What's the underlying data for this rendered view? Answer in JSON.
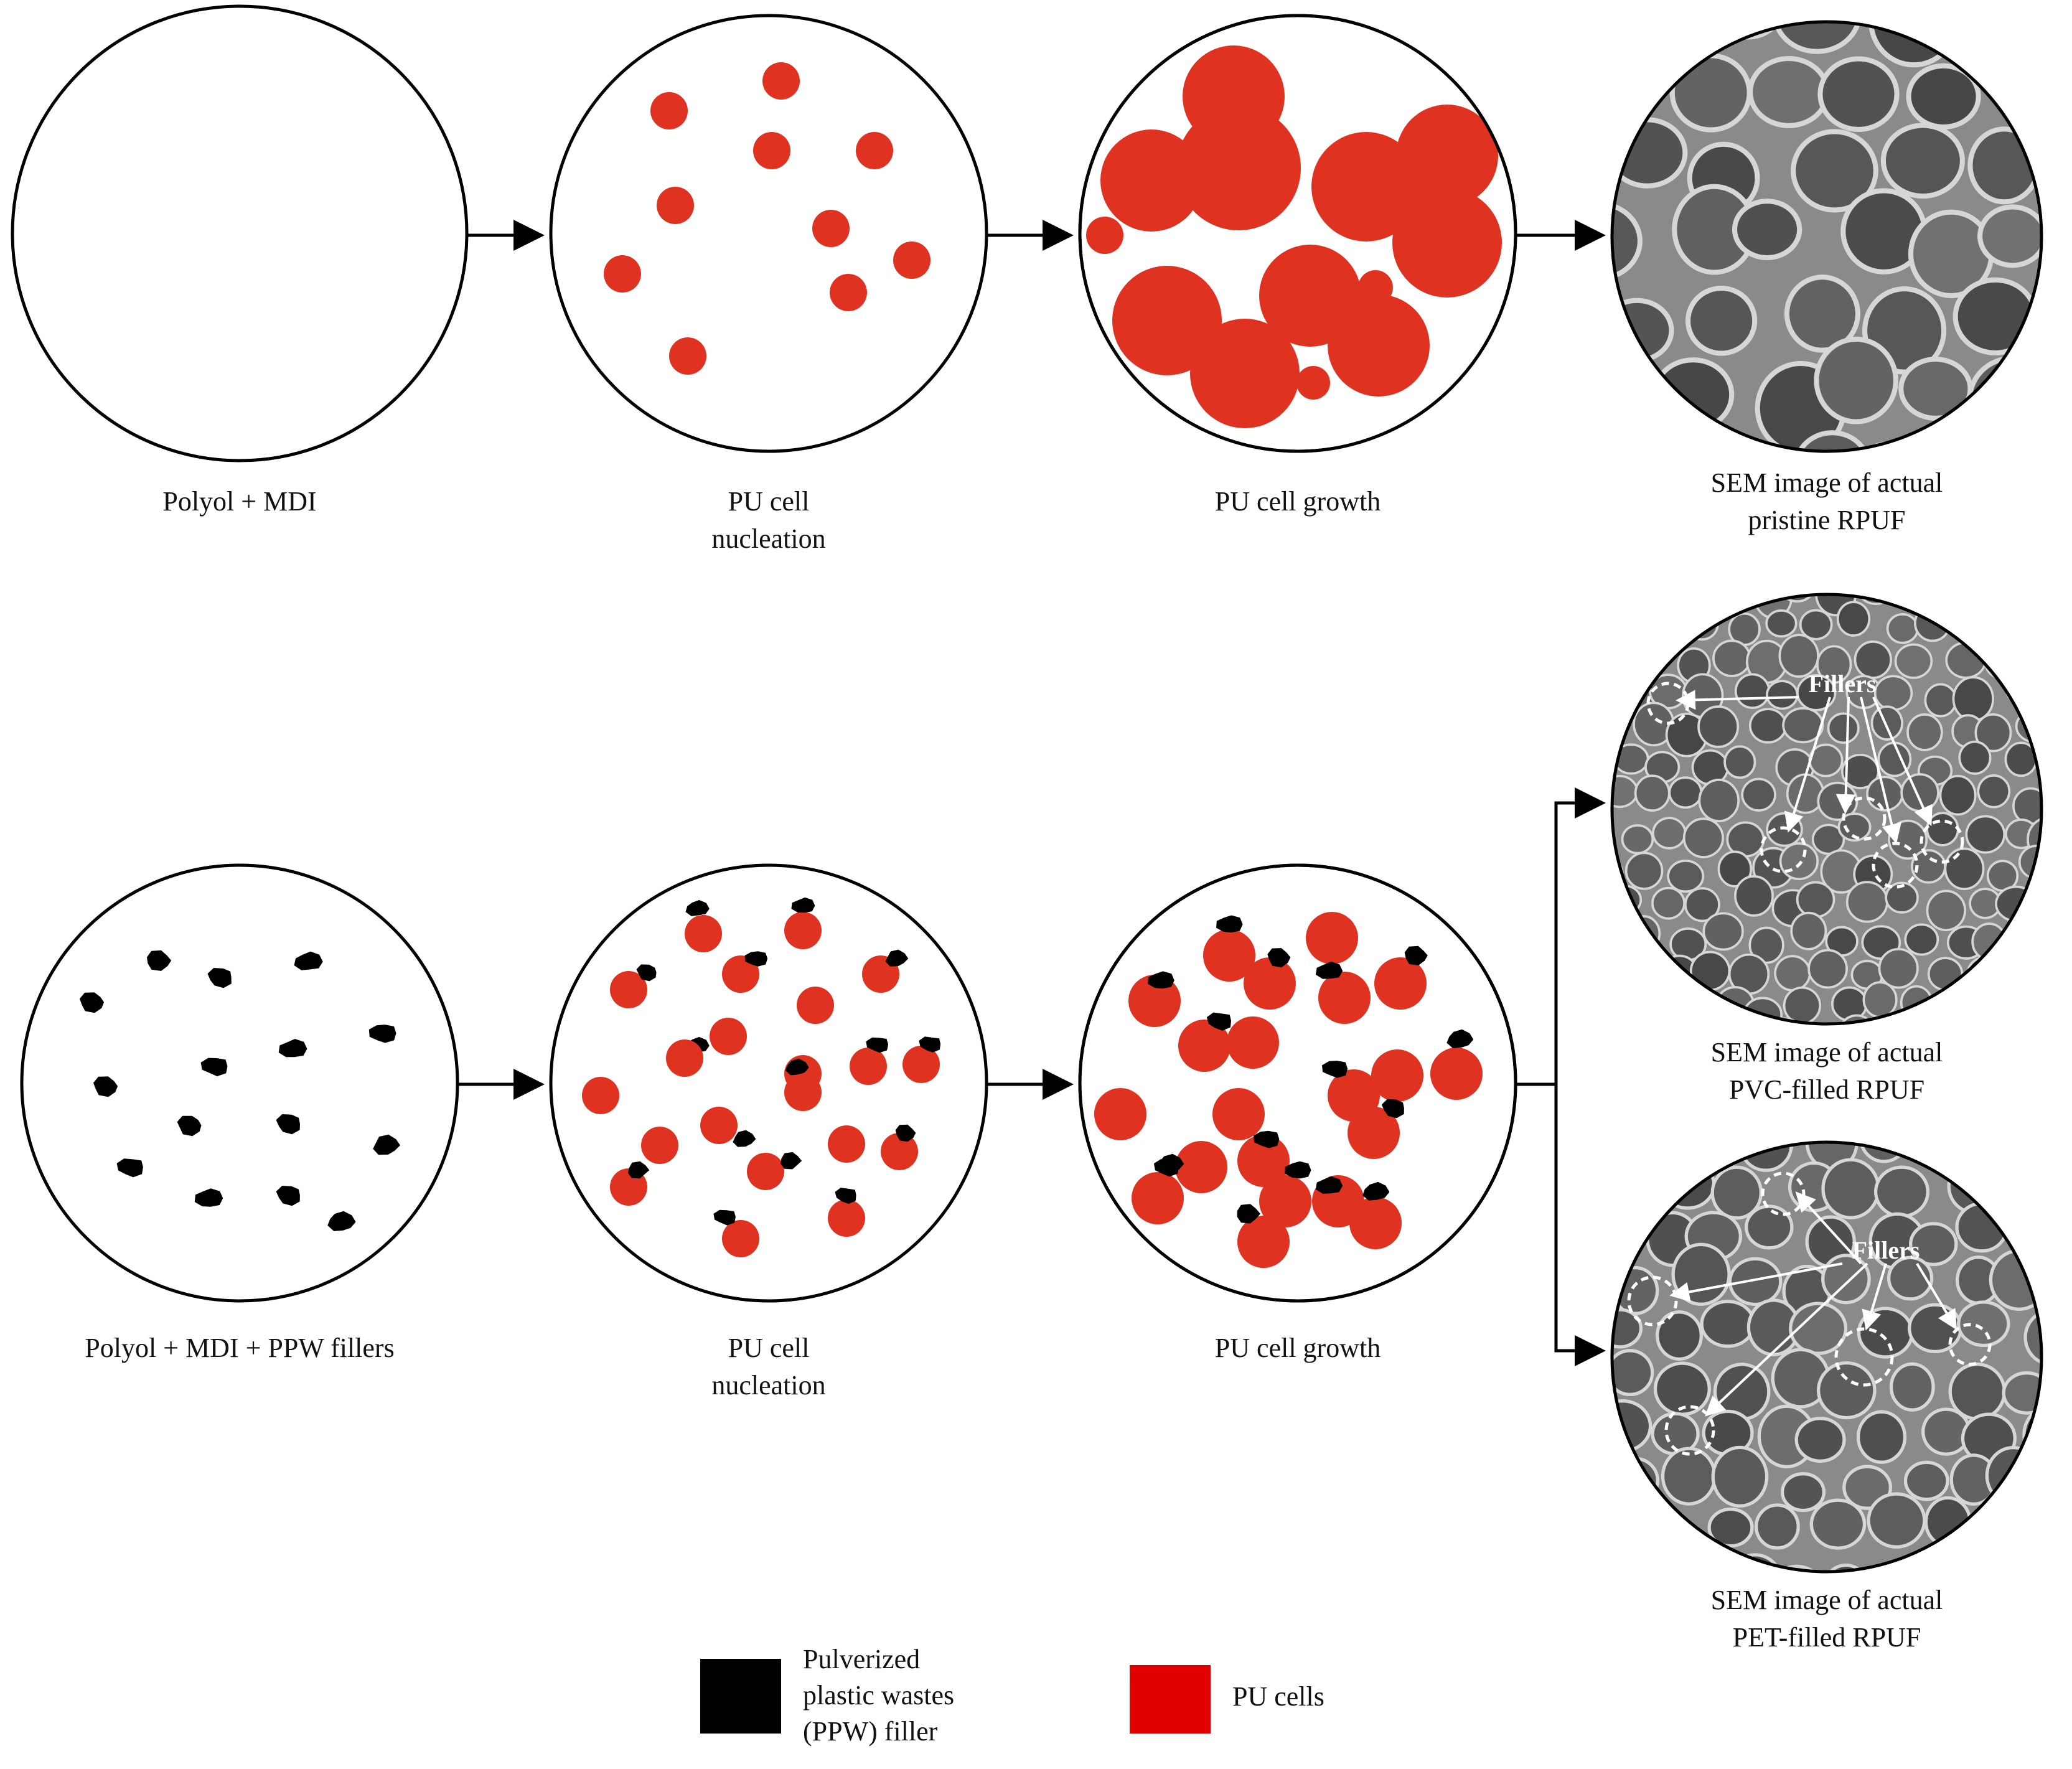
{
  "row1": {
    "step1_label": [
      "Polyol + MDI"
    ],
    "step2_label": [
      "PU cell",
      "nucleation"
    ],
    "step3_label": [
      "PU cell growth"
    ],
    "step4_label": [
      "SEM image of actual",
      "pristine RPUF"
    ]
  },
  "row2": {
    "step1_label": [
      "Polyol + MDI + PPW fillers"
    ],
    "step2_label": [
      "PU cell",
      "nucleation"
    ],
    "step3_label": [
      "PU cell growth"
    ],
    "sem_pvc_label": [
      "SEM image of actual",
      "PVC-filled RPUF"
    ],
    "sem_pet_label": [
      "SEM image of actual",
      "PET-filled RPUF"
    ],
    "fillers_annotation": "Fillers"
  },
  "legend": {
    "filler_label": [
      "Pulverized",
      "plastic wastes",
      "(PPW) filler"
    ],
    "cell_label": [
      "PU cells"
    ]
  },
  "colors": {
    "pu_cell": "#e03220",
    "filler": "#000000",
    "legend_cell": "#e00000",
    "sem_base": "#7a7a7a"
  }
}
